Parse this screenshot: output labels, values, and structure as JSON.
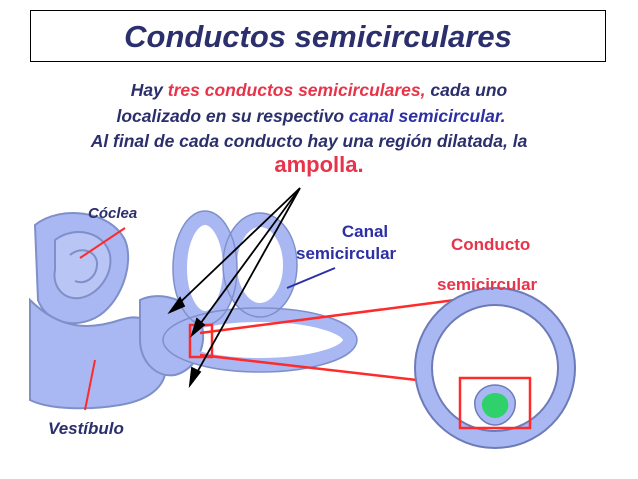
{
  "title": "Conductos semicirculares",
  "intro": {
    "line1_a": "Hay ",
    "line1_b": "tres conductos semicirculares,",
    "line1_c": " cada uno",
    "line2_a": "localizado en su respectivo  ",
    "line2_b": "canal semicircular.",
    "line3": "Al final de cada conducto hay una región dilatada, la",
    "ampolla": "ampolla."
  },
  "labels": {
    "coclea": "Cóclea",
    "canal_line1": "Canal",
    "canal_line2": "semicircular",
    "conducto_line1": "Conducto",
    "conducto_line2": "semicircular",
    "vestibulo": "Vestíbulo"
  },
  "colors": {
    "title": "#2b2f6b",
    "highlight_red": "#e8344a",
    "highlight_blue": "#2d2fa5",
    "organ_fill": "#a9b8f2",
    "duct_fill": "#2fd16a"
  }
}
